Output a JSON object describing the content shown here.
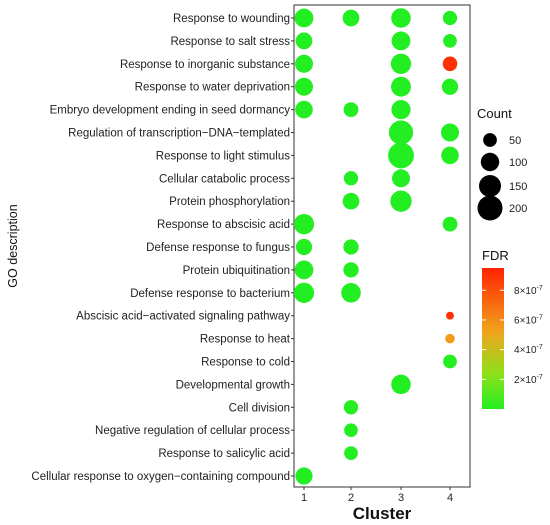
{
  "chart_data": {
    "type": "scatter",
    "subtype": "dot-plot",
    "xlabel": "Cluster",
    "ylabel": "GO description",
    "x_categories": [
      "1",
      "2",
      "3",
      "4"
    ],
    "y_categories": [
      "Response to wounding",
      "Response to salt stress",
      "Response to inorganic substance",
      "Response to water deprivation",
      "Embryo development ending in seed dormancy",
      "Regulation of transcription−DNA−templated",
      "Response to light stimulus",
      "Cellular catabolic process",
      "Protein phosphorylation",
      "Response to abscisic acid",
      "Defense response to fungus",
      "Protein ubiquitination",
      "Defense response to bacterium",
      "Abscisic acid−activated signaling pathway",
      "Response to heat",
      "Response to cold",
      "Developmental growth",
      "Cell division",
      "Negative regulation of cellular process",
      "Response to salicylic acid",
      "Cellular response to oxygen−containing compound"
    ],
    "points": [
      {
        "term": 0,
        "cluster": "1",
        "count": 105,
        "fdr": 1e-09
      },
      {
        "term": 0,
        "cluster": "2",
        "count": 80,
        "fdr": 1e-09
      },
      {
        "term": 0,
        "cluster": "3",
        "count": 115,
        "fdr": 1e-09
      },
      {
        "term": 0,
        "cluster": "4",
        "count": 55,
        "fdr": 1e-09
      },
      {
        "term": 1,
        "cluster": "1",
        "count": 80,
        "fdr": 1e-09
      },
      {
        "term": 1,
        "cluster": "3",
        "count": 105,
        "fdr": 1e-09
      },
      {
        "term": 1,
        "cluster": "4",
        "count": 50,
        "fdr": 1e-09
      },
      {
        "term": 2,
        "cluster": "1",
        "count": 95,
        "fdr": 1e-09
      },
      {
        "term": 2,
        "cluster": "3",
        "count": 125,
        "fdr": 1e-09
      },
      {
        "term": 2,
        "cluster": "4",
        "count": 58,
        "fdr": 9e-07
      },
      {
        "term": 3,
        "cluster": "1",
        "count": 95,
        "fdr": 1e-09
      },
      {
        "term": 3,
        "cluster": "3",
        "count": 120,
        "fdr": 1e-09
      },
      {
        "term": 3,
        "cluster": "4",
        "count": 75,
        "fdr": 1e-09
      },
      {
        "term": 4,
        "cluster": "1",
        "count": 90,
        "fdr": 1e-09
      },
      {
        "term": 4,
        "cluster": "2",
        "count": 60,
        "fdr": 1e-09
      },
      {
        "term": 4,
        "cluster": "3",
        "count": 110,
        "fdr": 1e-09
      },
      {
        "term": 5,
        "cluster": "3",
        "count": 185,
        "fdr": 1e-09
      },
      {
        "term": 5,
        "cluster": "4",
        "count": 95,
        "fdr": 1e-09
      },
      {
        "term": 6,
        "cluster": "3",
        "count": 215,
        "fdr": 1e-09
      },
      {
        "term": 6,
        "cluster": "4",
        "count": 90,
        "fdr": 1e-09
      },
      {
        "term": 7,
        "cluster": "2",
        "count": 55,
        "fdr": 1e-09
      },
      {
        "term": 7,
        "cluster": "3",
        "count": 95,
        "fdr": 1e-09
      },
      {
        "term": 8,
        "cluster": "2",
        "count": 80,
        "fdr": 1e-09
      },
      {
        "term": 8,
        "cluster": "3",
        "count": 140,
        "fdr": 1e-09
      },
      {
        "term": 9,
        "cluster": "1",
        "count": 125,
        "fdr": 1e-09
      },
      {
        "term": 9,
        "cluster": "4",
        "count": 60,
        "fdr": 1e-09
      },
      {
        "term": 10,
        "cluster": "1",
        "count": 75,
        "fdr": 1e-09
      },
      {
        "term": 10,
        "cluster": "2",
        "count": 65,
        "fdr": 1e-09
      },
      {
        "term": 11,
        "cluster": "1",
        "count": 105,
        "fdr": 1e-09
      },
      {
        "term": 11,
        "cluster": "2",
        "count": 65,
        "fdr": 1e-09
      },
      {
        "term": 12,
        "cluster": "1",
        "count": 125,
        "fdr": 1e-09
      },
      {
        "term": 12,
        "cluster": "2",
        "count": 115,
        "fdr": 1e-09
      },
      {
        "term": 13,
        "cluster": "4",
        "count": 12,
        "fdr": 9e-07
      },
      {
        "term": 14,
        "cluster": "4",
        "count": 20,
        "fdr": 5.5e-07
      },
      {
        "term": 15,
        "cluster": "4",
        "count": 50,
        "fdr": 1e-09
      },
      {
        "term": 16,
        "cluster": "3",
        "count": 115,
        "fdr": 1e-09
      },
      {
        "term": 17,
        "cluster": "2",
        "count": 55,
        "fdr": 1e-09
      },
      {
        "term": 18,
        "cluster": "2",
        "count": 50,
        "fdr": 1e-09
      },
      {
        "term": 19,
        "cluster": "2",
        "count": 50,
        "fdr": 1e-09
      },
      {
        "term": 20,
        "cluster": "1",
        "count": 85,
        "fdr": 1e-09
      }
    ],
    "size_legend": {
      "title": "Count",
      "values": [
        50,
        100,
        150,
        200
      ]
    },
    "color_legend": {
      "title": "FDR",
      "ticks": [
        {
          "value": 8e-07,
          "mantissa": "8",
          "base": "×10",
          "exp": "-7"
        },
        {
          "value": 6e-07,
          "mantissa": "6",
          "base": "×10",
          "exp": "-7"
        },
        {
          "value": 4e-07,
          "mantissa": "4",
          "base": "×10",
          "exp": "-7"
        },
        {
          "value": 2e-07,
          "mantissa": "2",
          "base": "×10",
          "exp": "-7"
        }
      ],
      "range": [
        0,
        9.5e-07
      ],
      "colors": {
        "low": "#22ee22",
        "mid": "#f2a31c",
        "high": "#ff2200"
      }
    },
    "grid": false,
    "legend_position": "right"
  }
}
